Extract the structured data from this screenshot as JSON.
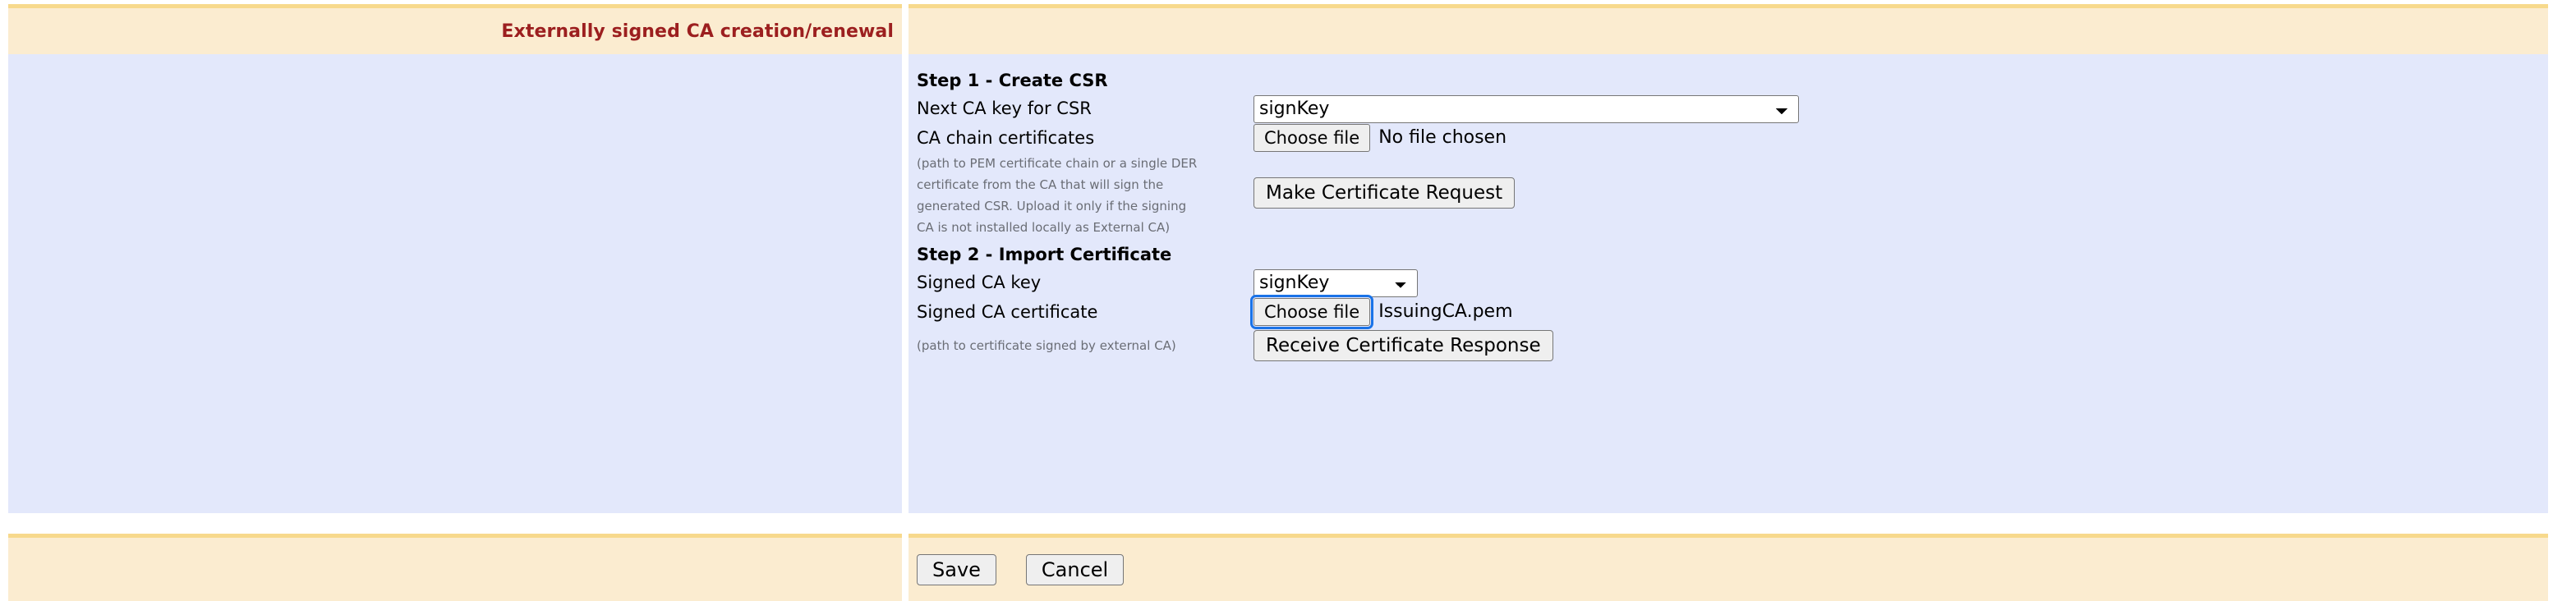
{
  "header": {
    "title": "Externally signed CA creation/renewal",
    "title_color": "#9c1f1f",
    "band_color": "#fbecd0",
    "band_border_color": "#f7d98c"
  },
  "panel": {
    "background_color": "#e3e8fb"
  },
  "step1": {
    "heading": "Step 1 - Create CSR",
    "key_label": "Next CA key for CSR",
    "key_value": "signKey",
    "key_options": [
      "signKey"
    ],
    "chain_label": "CA chain certificates",
    "chain_button": "Choose file",
    "chain_file_status": "No file chosen",
    "help": [
      "(path to PEM certificate chain or a single DER",
      "certificate from the CA that will sign the",
      "generated CSR. Upload it only if the signing",
      "CA is not installed locally as External CA)"
    ],
    "submit_label": "Make Certificate Request"
  },
  "step2": {
    "heading": "Step 2 - Import Certificate",
    "key_label": "Signed CA key",
    "key_value": "signKey",
    "key_options": [
      "signKey"
    ],
    "cert_label": "Signed CA certificate",
    "cert_button": "Choose file",
    "cert_file_status": "IssuingCA.pem",
    "cert_focus_color": "#1a73e8",
    "help": "(path to certificate signed by external CA)",
    "submit_label": "Receive Certificate Response"
  },
  "footer": {
    "save_label": "Save",
    "cancel_label": "Cancel"
  }
}
